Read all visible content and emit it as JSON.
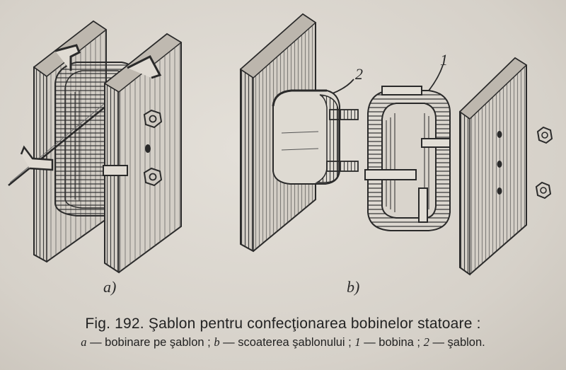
{
  "figure": {
    "panel_a_label": "a)",
    "panel_b_label": "b)",
    "callout_1": "1",
    "callout_2": "2",
    "caption_title": "Fig. 192. Şablon pentru confecţionarea bobinelor statoare :",
    "legend": {
      "a_key": "a",
      "a_text": "— bobinare pe şablon ;",
      "b_key": "b",
      "b_text": "— scoaterea şablonului ;",
      "k1_key": "1",
      "k1_text": "— bobina ;",
      "k2_key": "2",
      "k2_text": "— şablon."
    }
  },
  "colors": {
    "ink": "#2a2a2a",
    "paper": "#e2ded7",
    "board": "#c9c4bb"
  }
}
